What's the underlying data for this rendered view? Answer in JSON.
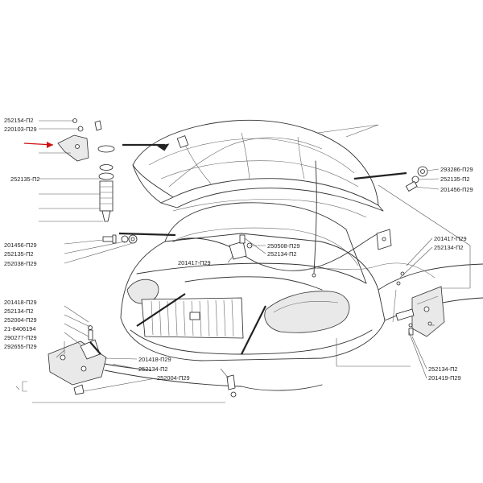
{
  "accent_arrow_color": "#d01010",
  "labels": {
    "l01": "252154-П2",
    "l02": "220103-П29",
    "l03": "252135-П2",
    "l04": "201456-П29",
    "l05": "252135-П2",
    "l06": "252038-П29",
    "l07": "250508-П29",
    "l08": "201417-П29",
    "l09": "252134-П2",
    "l10": "293286-П29",
    "l11": "252135-П2",
    "l12": "201456-П29",
    "l13": "201417-П29",
    "l14": "252134-П2",
    "l15": "201418-П29",
    "l16": "252134-П2",
    "l17": "252004-П29",
    "l18": "21-8406194",
    "l19": "290277-П29",
    "l20": "292655-П29",
    "l21": "201418-П29",
    "l22": "252134-П2",
    "l23": "252004-П29",
    "l24": "252134-П2",
    "l25": "201419-П29"
  }
}
